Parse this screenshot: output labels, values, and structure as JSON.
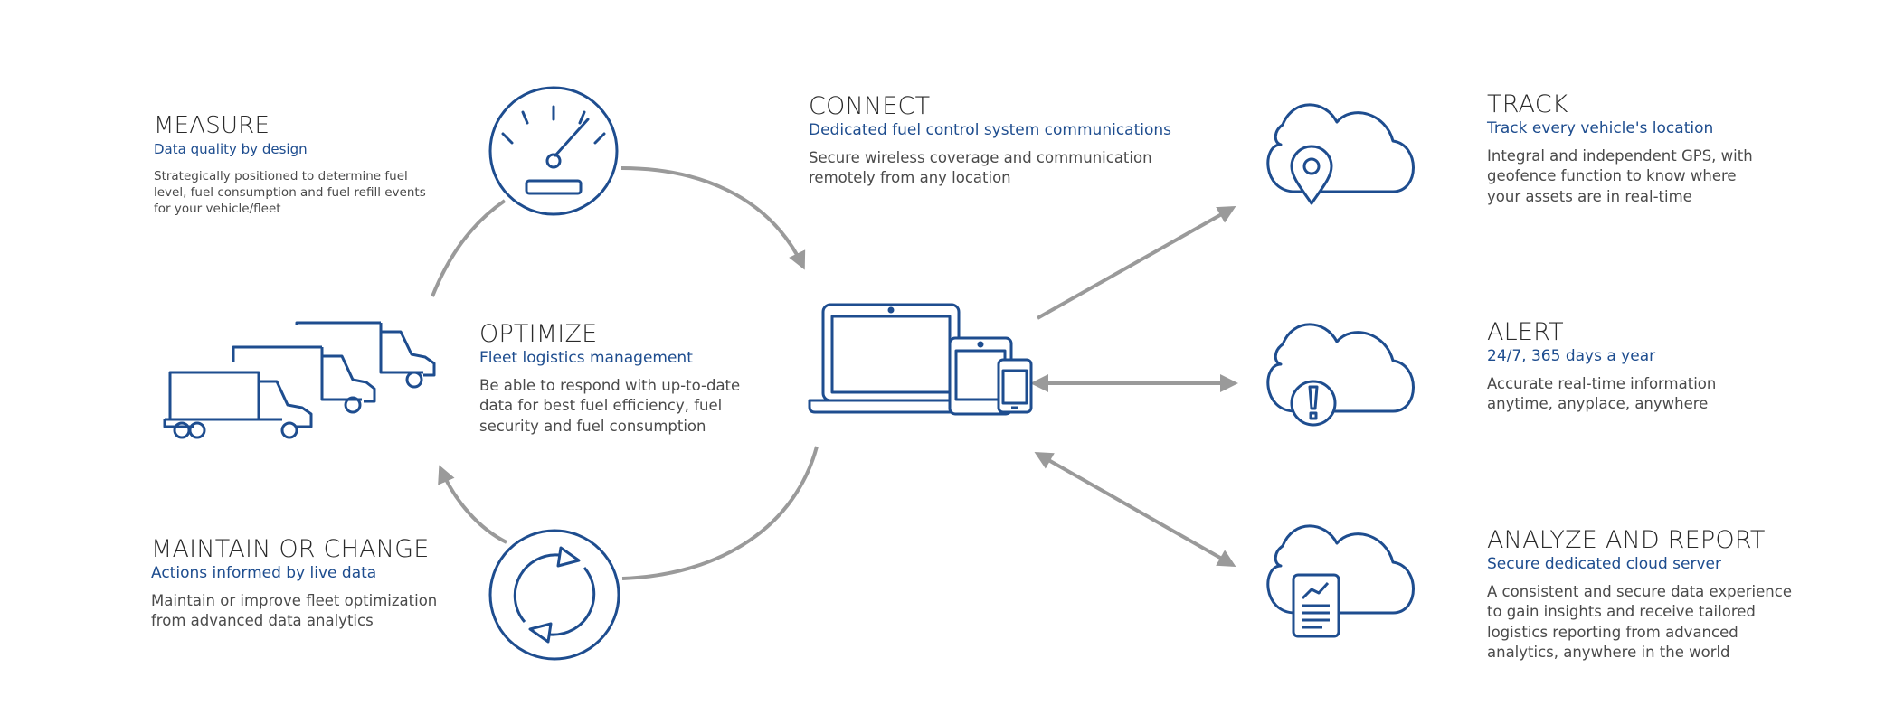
{
  "colors": {
    "icon_blue": "#1e4d8f",
    "arrow_gray": "#9a9a9a",
    "title_text": "#2a2a2a",
    "body_text": "#4a4a4a"
  },
  "icons": {
    "measure": "gauge-icon",
    "fleet": "trucks-icon",
    "maintain": "refresh-cycle-icon",
    "connect": "devices-icon",
    "track": "cloud-location-icon",
    "alert": "cloud-alert-icon",
    "analyze": "cloud-report-icon"
  },
  "measure": {
    "title": "MEASURE",
    "subtitle": "Data quality by design",
    "lines": [
      "Strategically positioned to determine fuel",
      "level, fuel consumption and fuel refill events",
      "for your vehicle/fleet"
    ]
  },
  "optimize": {
    "title": "OPTIMIZE",
    "subtitle": "Fleet logistics management",
    "lines": [
      "Be able to respond with up-to-date",
      "data for best fuel efficiency, fuel",
      "security and fuel consumption"
    ]
  },
  "maintain": {
    "title": "MAINTAIN OR CHANGE",
    "subtitle": "Actions informed by live data",
    "lines": [
      "Maintain or improve fleet optimization",
      "from advanced data analytics"
    ]
  },
  "connect": {
    "title": "CONNECT",
    "subtitle": "Dedicated fuel control system communications",
    "lines": [
      "Secure wireless coverage and communication",
      "remotely from any location"
    ]
  },
  "track": {
    "title": "TRACK",
    "subtitle": "Track every vehicle's location",
    "lines": [
      "Integral and independent GPS, with",
      "geofence function to know where",
      "your assets are in real-time"
    ]
  },
  "alert": {
    "title": "ALERT",
    "subtitle": "24/7, 365 days a year",
    "lines": [
      "Accurate real-time information",
      "anytime, anyplace, anywhere"
    ]
  },
  "analyze": {
    "title": "ANALYZE AND REPORT",
    "subtitle": "Secure dedicated cloud server",
    "lines": [
      "A consistent and secure data experience",
      "to gain insights and receive tailored",
      "logistics reporting from advanced",
      "analytics, anywhere in the world"
    ]
  }
}
